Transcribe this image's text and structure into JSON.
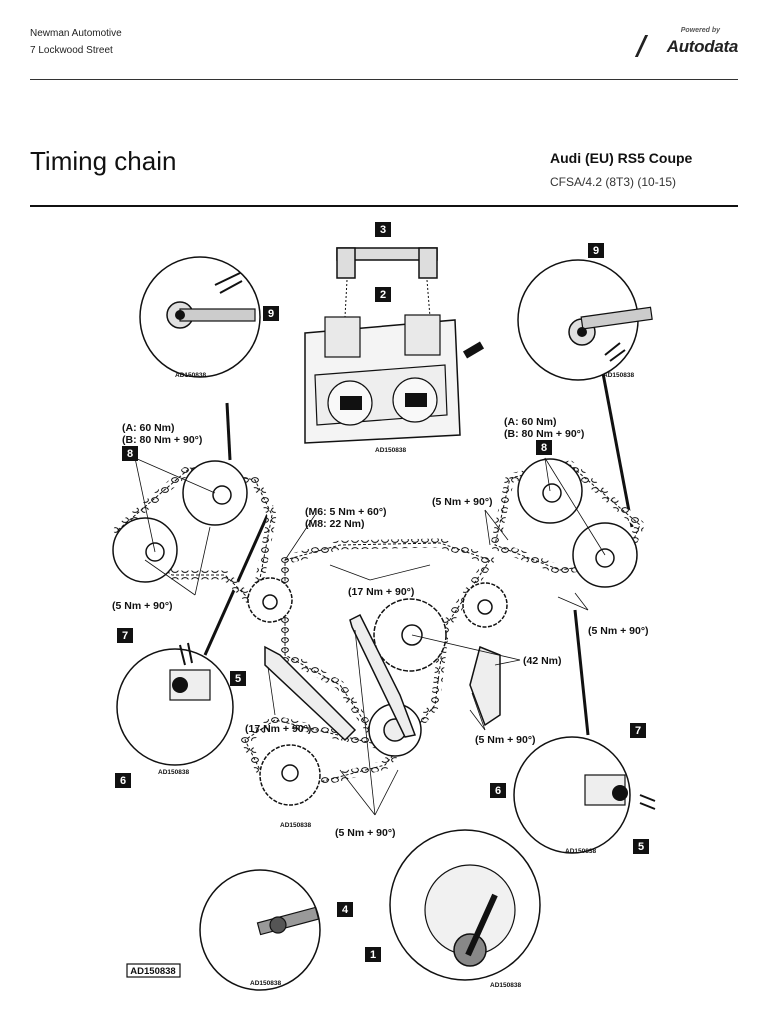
{
  "header": {
    "company": "Newman Automotive",
    "street": "7 Lockwood Street",
    "brand_powered": "Powered by",
    "brand_name": "Autodata"
  },
  "page": {
    "title": "Timing chain",
    "vehicle": "Audi (EU) RS5 Coupe",
    "engine": "CFSA/4.2 (8T3) (10-15)"
  },
  "diagram": {
    "callouts": [
      "1",
      "2",
      "3",
      "4",
      "5",
      "6",
      "7",
      "8",
      "9"
    ],
    "torque_labels": {
      "left_a": "(A: 60 Nm)",
      "left_b": "(B: 80 Nm + 90°)",
      "right_a": "(A: 60 Nm)",
      "right_b": "(B: 80 Nm + 90°)",
      "m6": "(M6: 5 Nm + 60°)",
      "m8": "(M8: 22 Nm)",
      "left_5nm": "(5 Nm + 90°)",
      "right_5nm_top": "(5 Nm + 90°)",
      "center_17nm": "(17 Nm + 90°)",
      "right_5nm_mid": "(5 Nm + 90°)",
      "nm42": "(42 Nm)",
      "right_5nm_low": "(5 Nm + 90°)",
      "left_17nm": "(17 Nm + 90°)",
      "bottom_5nm": "(5 Nm + 90°)"
    },
    "reference": "AD150838"
  },
  "colors": {
    "ink": "#111111",
    "rule": "#333333",
    "callout_bg": "#111111"
  }
}
